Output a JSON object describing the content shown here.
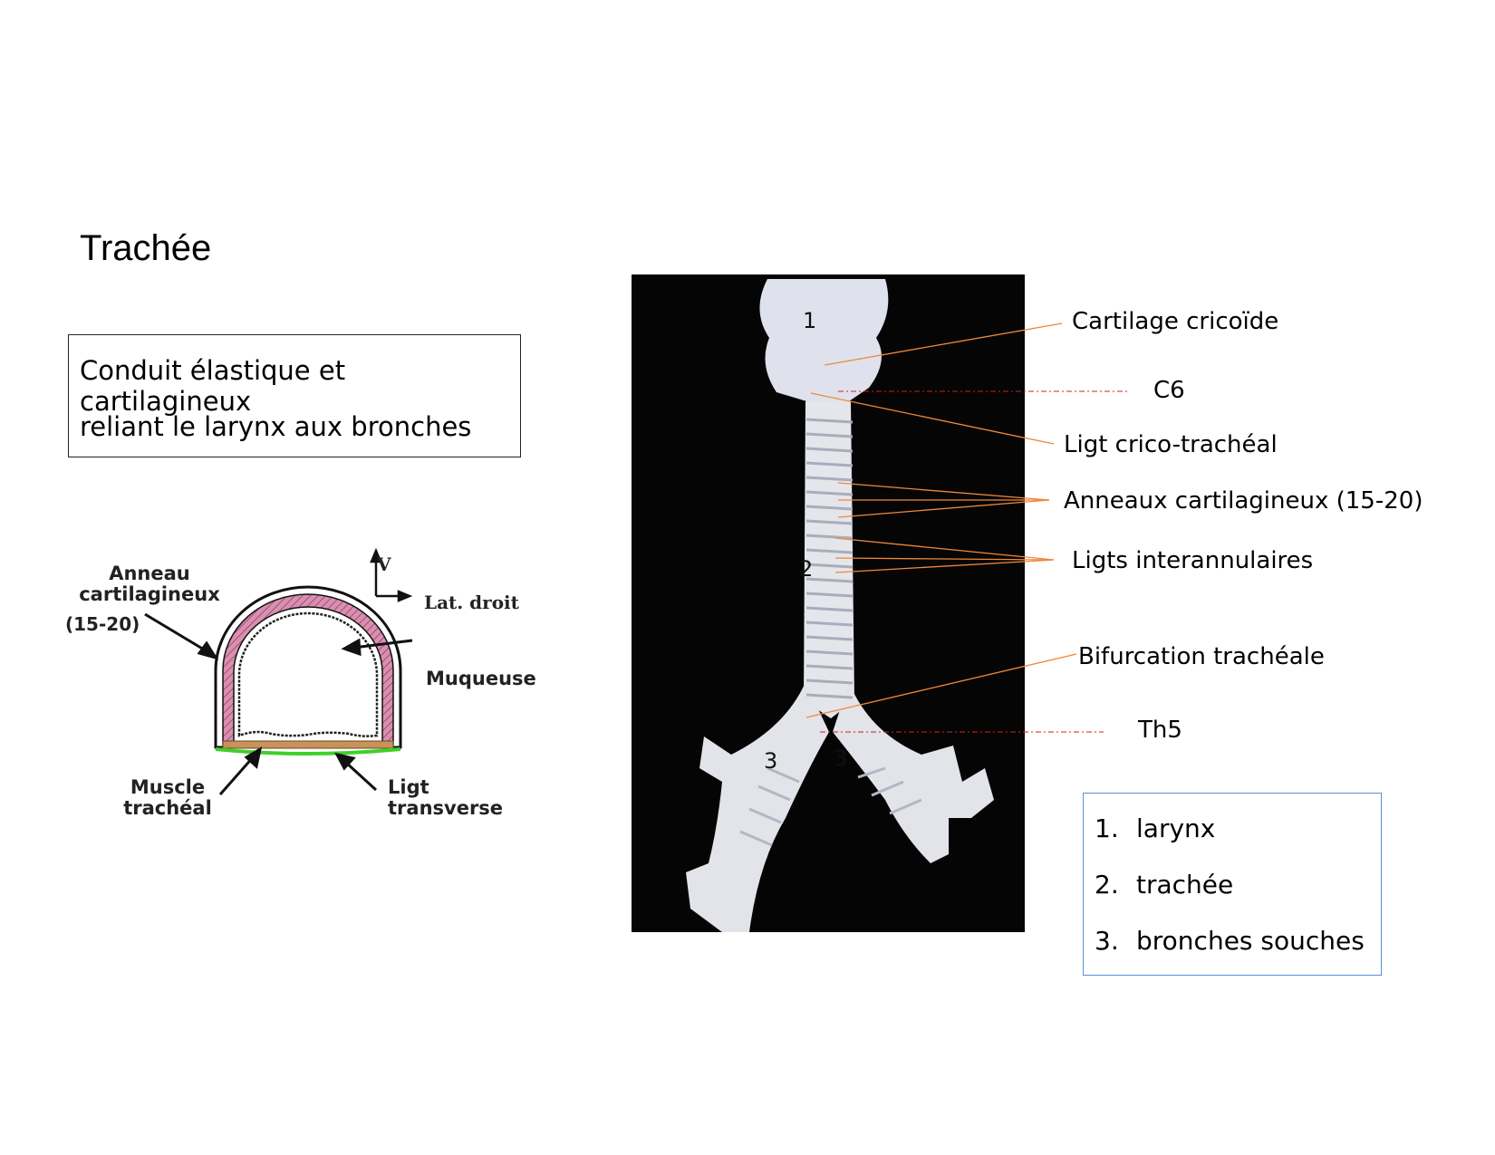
{
  "title": "Trachée",
  "definition": {
    "line1": "Conduit élastique et cartilagineux",
    "line2": "reliant le larynx aux bronches"
  },
  "cross_section": {
    "ring_label_1": "Anneau",
    "ring_label_2": "cartilagineux",
    "ring_count": "(15-20)",
    "mucosa": "Muqueuse",
    "muscle_1": "Muscle",
    "muscle_2": "trachéal",
    "ligament_1": "Ligt",
    "ligament_2": "transverse",
    "axis_v": "V",
    "axis_lat": "Lat. droit",
    "colors": {
      "cartilage": "#d98fb0",
      "muscle": "#c8925a",
      "ligament": "#3fcf2a"
    }
  },
  "photo": {
    "num_1": "1",
    "num_2": "2",
    "num_3a": "3",
    "num_3b": "3",
    "background": "#050505",
    "specimen": "#e6e8ee"
  },
  "labels": {
    "cricoid": "Cartilage cricoïde",
    "c6": "C6",
    "crico_tracheal": "Ligt crico-trachéal",
    "rings": "Anneaux cartilagineux (15-20)",
    "interannular": "Ligts interannulaires",
    "bifurcation": "Bifurcation trachéale",
    "th5": "Th5",
    "leader_color": "#f0883a",
    "level_color": "#d02020"
  },
  "legend": {
    "items": [
      {
        "num": "1.",
        "text": "larynx"
      },
      {
        "num": "2.",
        "text": "trachée"
      },
      {
        "num": "3.",
        "text": "bronches souches"
      }
    ],
    "border_color": "#5b8fd6"
  }
}
